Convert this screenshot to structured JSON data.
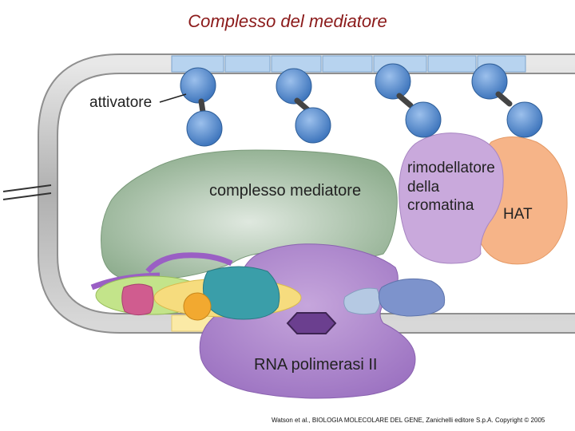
{
  "title": "Complesso del mediatore",
  "labels": {
    "activator": "attivatore",
    "mediator": "complesso mediatore",
    "remodeler_line1": "rimodellatore",
    "remodeler_line2": "della",
    "remodeler_line3": "cromatina",
    "hat": "HAT",
    "polymerase": "RNA polimerasi II"
  },
  "credit": "Watson et al., BIOLOGIA MOLECOLARE DEL GENE, Zanichelli editore S.p.A. Copyright © 2005",
  "colors": {
    "title": "#8b1a1a",
    "dna": "#b8b8b8",
    "activator": "#5b8fcf",
    "enhancer": "#b7d3ef",
    "mediator": "#8fae8f",
    "remodeler": "#c9a9dc",
    "hat": "#f6b488",
    "polymerase": "#a77ec8",
    "tf_green": "#c3e48a",
    "tf_yellow": "#f6dc7e",
    "tf_teal": "#3a9ea9",
    "tf_pink": "#d05c8f",
    "tf_orange": "#f2a930"
  }
}
